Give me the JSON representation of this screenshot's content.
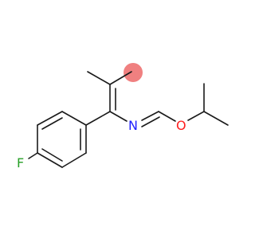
{
  "molecule": {
    "atoms": [
      {
        "symbol": "F",
        "color": "#28a028"
      },
      {
        "symbol": "N",
        "color": "#2020ff"
      },
      {
        "symbol": "O",
        "color": "#ff2020"
      }
    ],
    "highlight_color": "#f08080",
    "bond_color": "#1a1a1a"
  }
}
